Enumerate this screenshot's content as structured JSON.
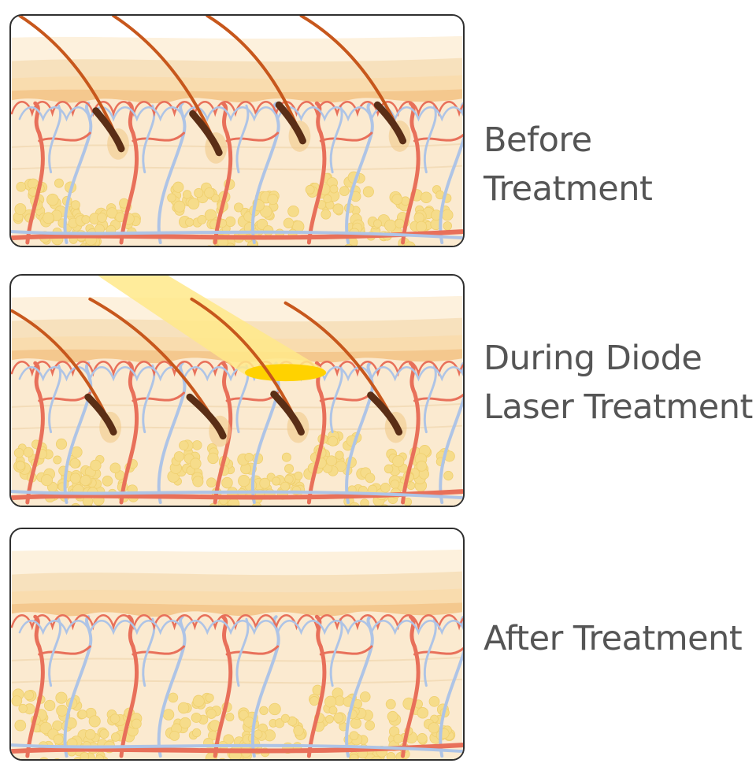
{
  "panels": [
    {
      "label": "Before Treatment",
      "hairs": 4,
      "laser": false
    },
    {
      "label": "During Diode\nLaser Treatment",
      "hairs": 4,
      "laser": true
    },
    {
      "label": "After Treatment",
      "hairs": 0,
      "laser": false
    }
  ],
  "colors": {
    "epidermis": "#f7e1bd",
    "dermis": "#fbead0",
    "fat": "#f6dc8a",
    "artery": "#e8705a",
    "vein": "#aec4e6",
    "hair": "#c7571c",
    "hair_root": "#5a2e16",
    "laser_beam": "#ffe98a",
    "laser_spot": "#ffd200",
    "border": "#2f2f2f",
    "text": "#555555"
  }
}
